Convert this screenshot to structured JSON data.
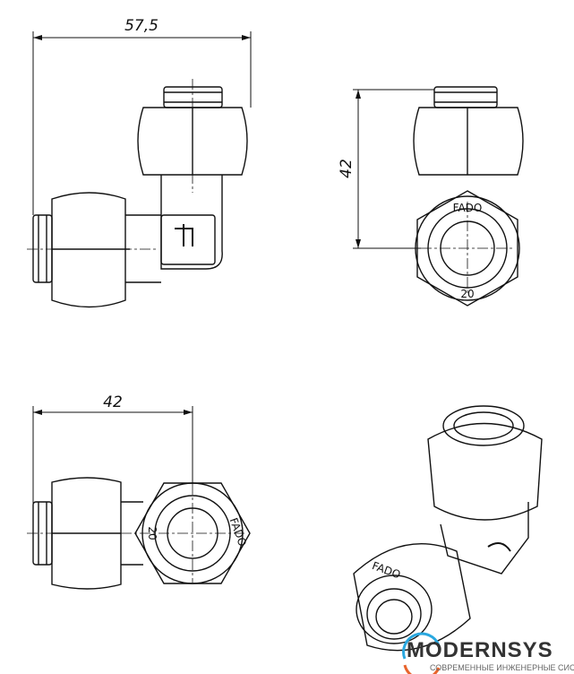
{
  "dimensions": {
    "top_left_width": "57,5",
    "top_right_height": "42",
    "bottom_left_width": "42"
  },
  "markings": {
    "brand": "FADO",
    "size": "20"
  },
  "watermark": {
    "name": "MODERNSYS",
    "tagline": "СОВРЕМЕННЫЕ ИНЖЕНЕРНЫЕ СИСТЕМЫ"
  },
  "colors": {
    "line": "#111111",
    "logo_blue": "#29a8e0",
    "logo_orange": "#e8642c"
  }
}
